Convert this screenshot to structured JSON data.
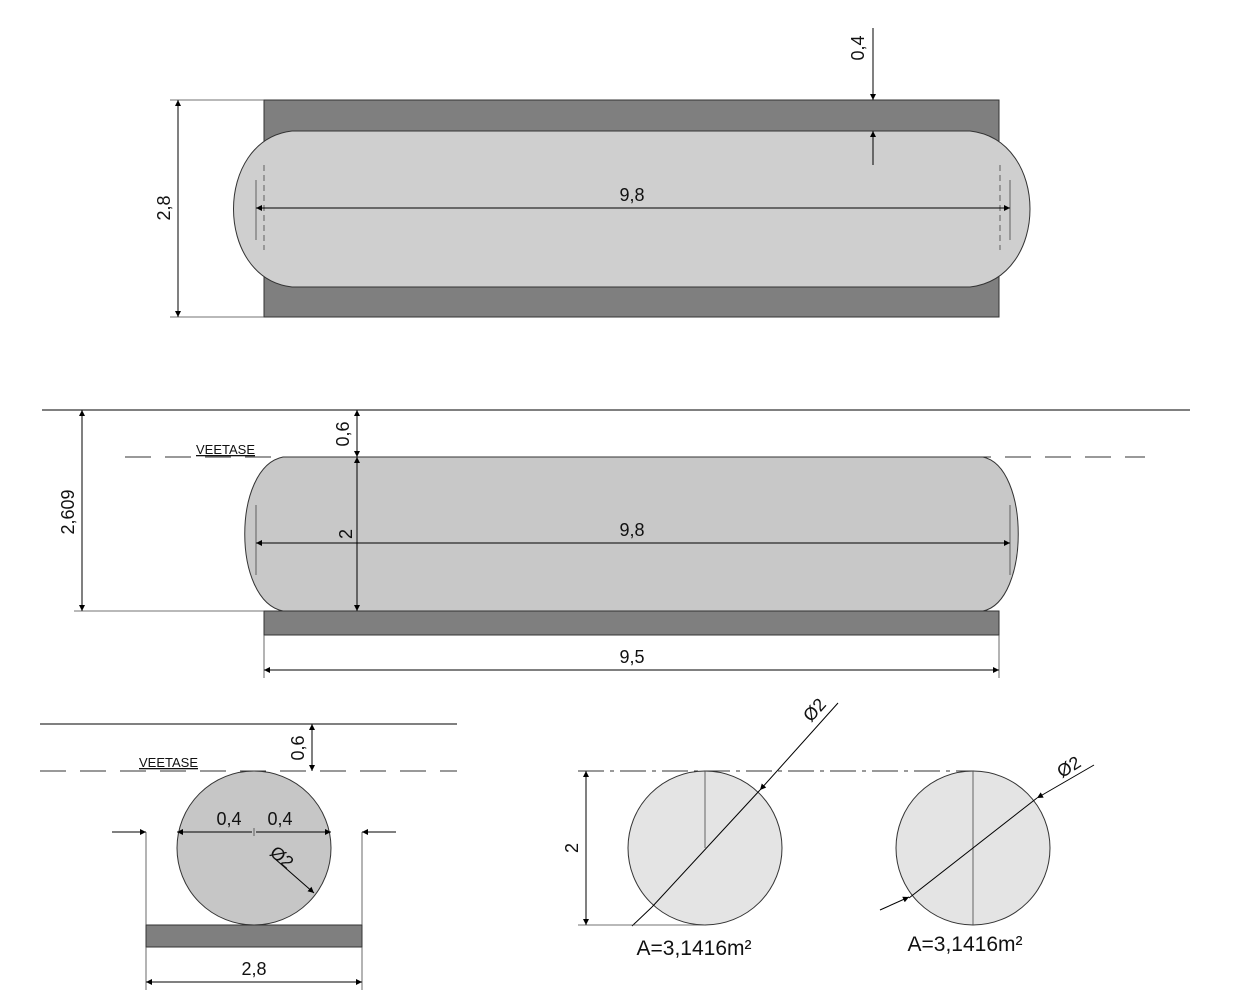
{
  "colors": {
    "pad": "#7f7f7f",
    "body_top": "#cfcfcf",
    "body_side": "#c8c8c8",
    "circle_section": "#c6c6c6",
    "circle_area": "#e4e4e4"
  },
  "top_view": {
    "dim_thickness": "0,4",
    "dim_height": "2,8",
    "dim_length": "9,8"
  },
  "side_view": {
    "dim_offset": "0,6",
    "surface_label": "VEETASE",
    "dim_depth": "2,609",
    "dim_diameter": "2",
    "dim_length": "9,8",
    "dim_base": "9,5"
  },
  "cross_section": {
    "dim_offset": "0,6",
    "surface_label": "VEETASE",
    "dim_left": "0,4",
    "dim_right": "0,4",
    "dim_diameter": "Ø2",
    "dim_base": "2,8"
  },
  "area_views": [
    {
      "dim_diameter": "Ø2",
      "dim_height": "2",
      "area_label": "A=3,1416m²"
    },
    {
      "dim_diameter": "Ø2",
      "area_label": "A=3,1416m²"
    }
  ]
}
